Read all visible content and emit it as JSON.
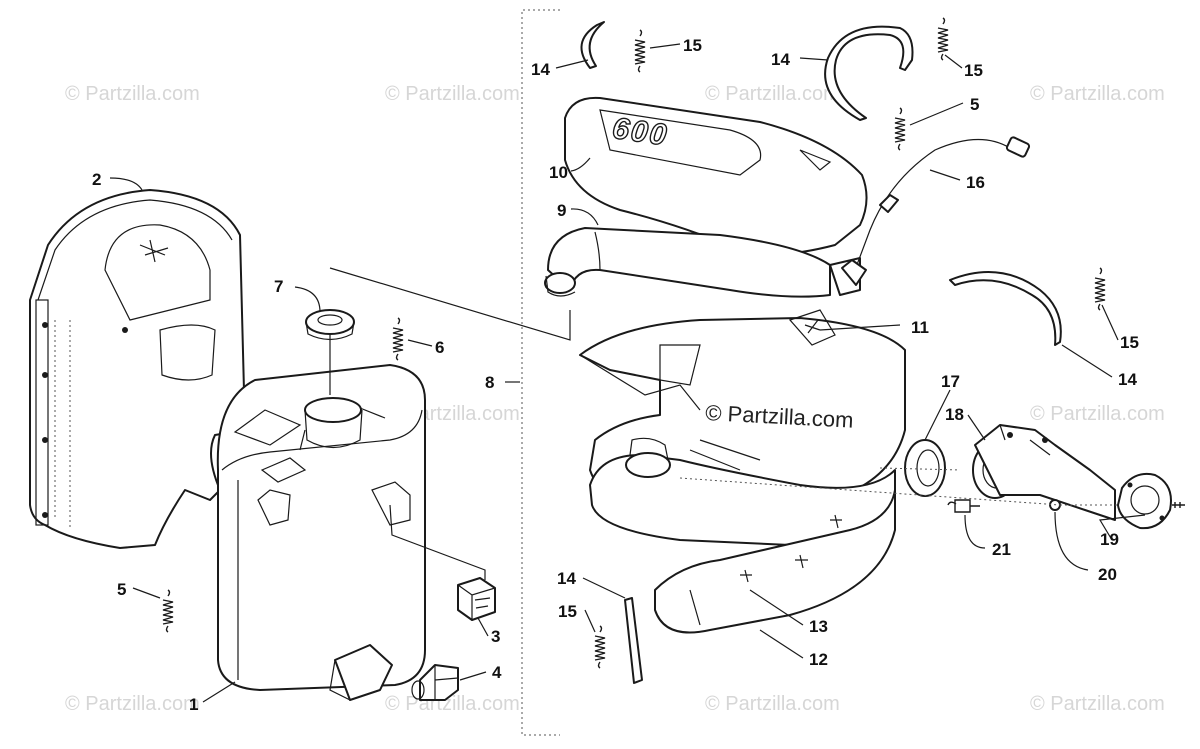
{
  "watermark": {
    "text": "© Partzilla.com",
    "center_text": "© Partzilla.com"
  },
  "engraving": "600",
  "callouts": {
    "c1": "1",
    "c2": "2",
    "c3": "3",
    "c4": "4",
    "c5a": "5",
    "c5b": "5",
    "c6": "6",
    "c7": "7",
    "c8": "8",
    "c9": "9",
    "c10": "10",
    "c11": "11",
    "c12": "12",
    "c13": "13",
    "c14a": "14",
    "c14b": "14",
    "c14c": "14",
    "c14d": "14",
    "c15a": "15",
    "c15b": "15",
    "c15c": "15",
    "c15d": "15",
    "c16": "16",
    "c17": "17",
    "c18": "18",
    "c19": "19",
    "c20": "20",
    "c21": "21"
  }
}
